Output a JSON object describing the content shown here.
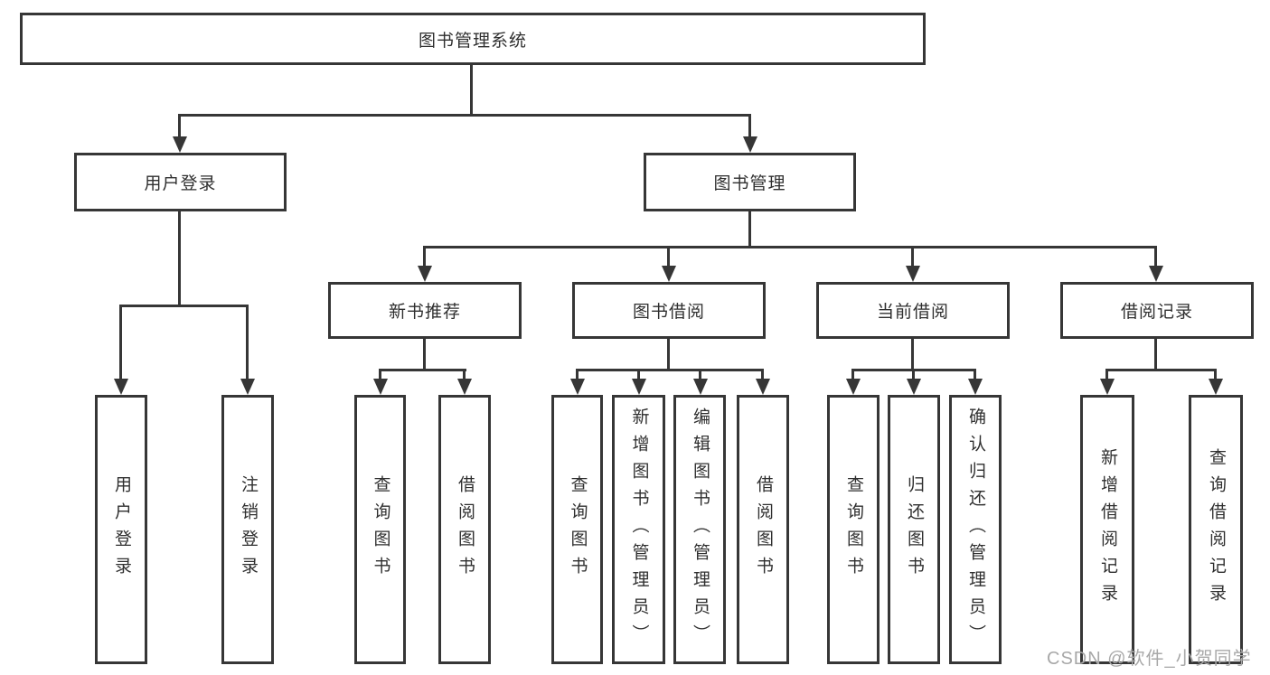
{
  "diagram": {
    "title": "图书管理系统",
    "watermark": "CSDN @软件_小贺同学",
    "colors": {
      "line": "#363636",
      "text": "#2f2f2f",
      "background": "#ffffff",
      "watermark": "#a8a8a8"
    },
    "nodes": {
      "root": {
        "label": "图书管理系统"
      },
      "level2": [
        {
          "label": "用户登录"
        },
        {
          "label": "图书管理"
        }
      ],
      "level3": [
        {
          "label": "新书推荐"
        },
        {
          "label": "图书借阅"
        },
        {
          "label": "当前借阅"
        },
        {
          "label": "借阅记录"
        }
      ],
      "level4": [
        {
          "label": "用户登录",
          "parent": "用户登录"
        },
        {
          "label": "注销登录",
          "parent": "用户登录"
        },
        {
          "label": "查询图书",
          "parent": "新书推荐"
        },
        {
          "label": "借阅图书",
          "parent": "新书推荐"
        },
        {
          "label": "查询图书",
          "parent": "图书借阅"
        },
        {
          "label": "新增图书（管理员）",
          "parent": "图书借阅"
        },
        {
          "label": "编辑图书（管理员）",
          "parent": "图书借阅"
        },
        {
          "label": "借阅图书",
          "parent": "图书借阅"
        },
        {
          "label": "查询图书",
          "parent": "当前借阅"
        },
        {
          "label": "归还图书",
          "parent": "当前借阅"
        },
        {
          "label": "确认归还（管理员）",
          "parent": "当前借阅"
        },
        {
          "label": "新增借阅记录",
          "parent": "借阅记录"
        },
        {
          "label": "查询借阅记录",
          "parent": "借阅记录"
        }
      ]
    }
  }
}
